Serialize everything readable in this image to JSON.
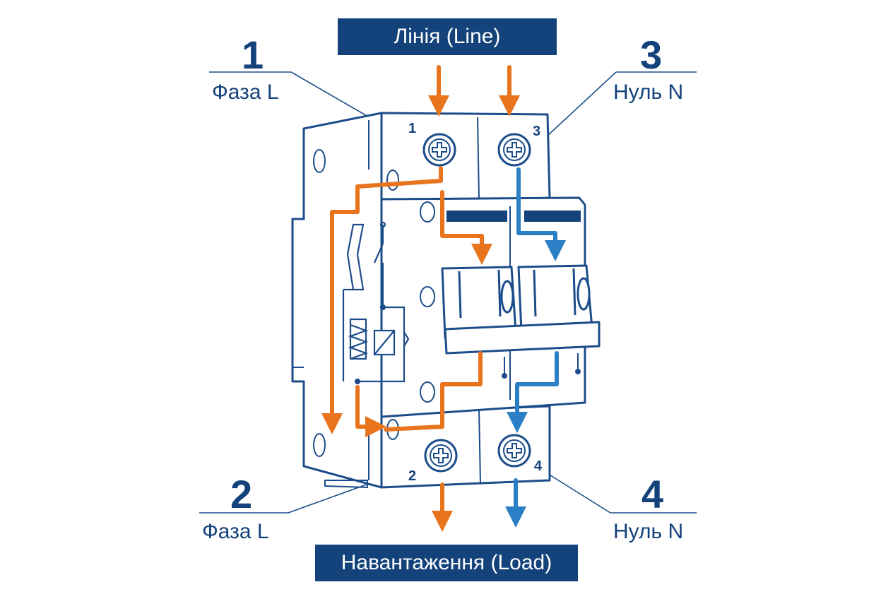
{
  "line_label": "Лінія (Line)",
  "load_label": "Навантаження (Load)",
  "terminals": [
    {
      "number": "1",
      "label": "Фаза L"
    },
    {
      "number": "2",
      "label": "Фаза L"
    },
    {
      "number": "3",
      "label": "Нуль N"
    },
    {
      "number": "4",
      "label": "Нуль N"
    }
  ],
  "colors": {
    "navy": "#14427a",
    "outline": "#1c4d8a",
    "phase": "#e8741e",
    "neutral": "#2b7fc4",
    "background": "#ffffff"
  }
}
